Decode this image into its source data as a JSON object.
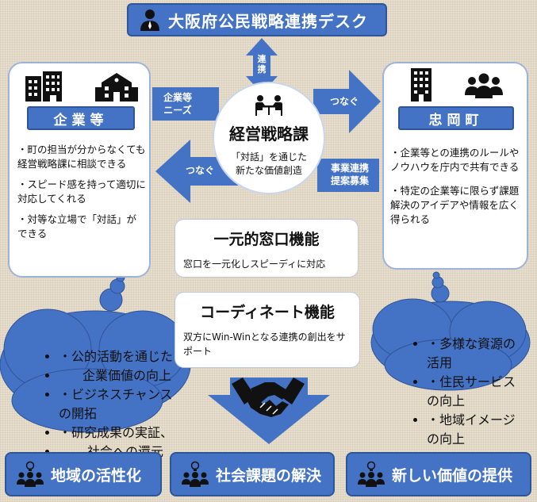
{
  "header": {
    "title": "大阪府公民戦略連携デスク"
  },
  "arrows": {
    "renkei": "連携",
    "kigyou_needs_1": "企業等",
    "kigyou_needs_2": "ニーズ",
    "tsunagu_right": "つなぐ",
    "tsunagu_left": "つなぐ",
    "teian_1": "事業連携",
    "teian_2": "提案募集"
  },
  "center": {
    "title": "経営戦略課",
    "line1": "「対話」を通じた",
    "line2": "新たな価値創造"
  },
  "left_panel": {
    "label": "企業等",
    "items": [
      "・町の担当が分からなくても経営戦略課に相談できる",
      "・スピード感を持って適切に対応してくれる",
      "・対等な立場で「対話」ができる"
    ]
  },
  "right_panel": {
    "label": "忠岡町",
    "items": [
      "・企業等との連携のルールやノウハウを庁内で共有できる",
      "・特定の企業等に限らず課題解決のアイデアや情報を広く得られる"
    ]
  },
  "functions": {
    "madoguchi": {
      "title": "一元的窓口機能",
      "desc": "窓口を一元化しスピーディに対応"
    },
    "coordinate": {
      "title": "コーディネート機能",
      "desc": "双方にWin-Winとなる連携の創出をサポート"
    }
  },
  "left_cloud": [
    "・公的活動を通じた",
    "企業価値の向上",
    "・ビジネスチャンスの開拓",
    "・研究成果の実証、",
    "社会への還元"
  ],
  "right_cloud": [
    "・多様な資源の活用",
    "・住民サービスの向上",
    "・地域イメージの向上"
  ],
  "outcomes": [
    "地域の活性化",
    "社会課題の解決",
    "新しい価値の提供"
  ],
  "colors": {
    "accent": "#4472c4",
    "accent_dark": "#2f5597",
    "background": "#e7ddcb"
  },
  "icons": [
    "person-icon",
    "office-building-icon",
    "school-building-icon",
    "meeting-icon",
    "tower-building-icon",
    "group-icon",
    "handshake-icon",
    "idea-group-icon"
  ]
}
